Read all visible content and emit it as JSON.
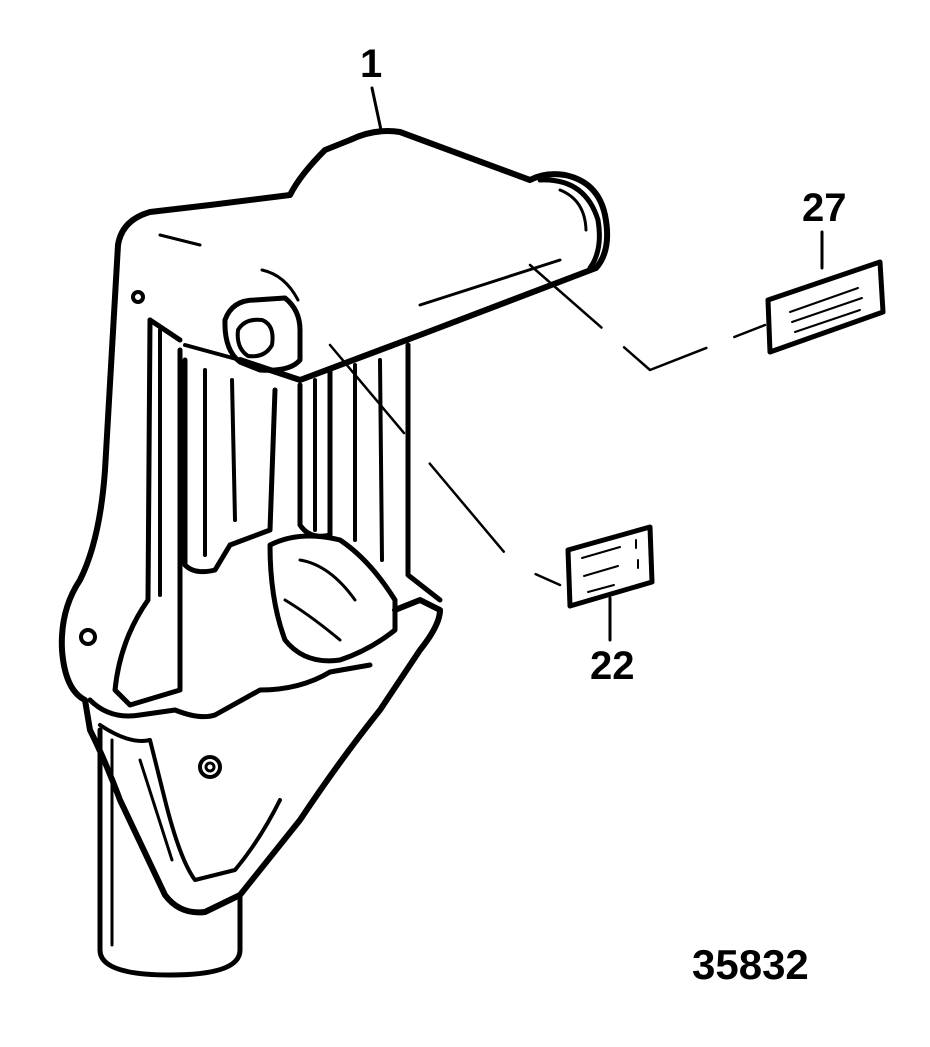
{
  "callouts": [
    {
      "id": "1",
      "text": "1"
    },
    {
      "id": "27",
      "text": "27"
    },
    {
      "id": "22",
      "text": "22"
    }
  ],
  "figure_number": "35832",
  "colors": {
    "ink": "#000000",
    "paper": "#ffffff"
  }
}
